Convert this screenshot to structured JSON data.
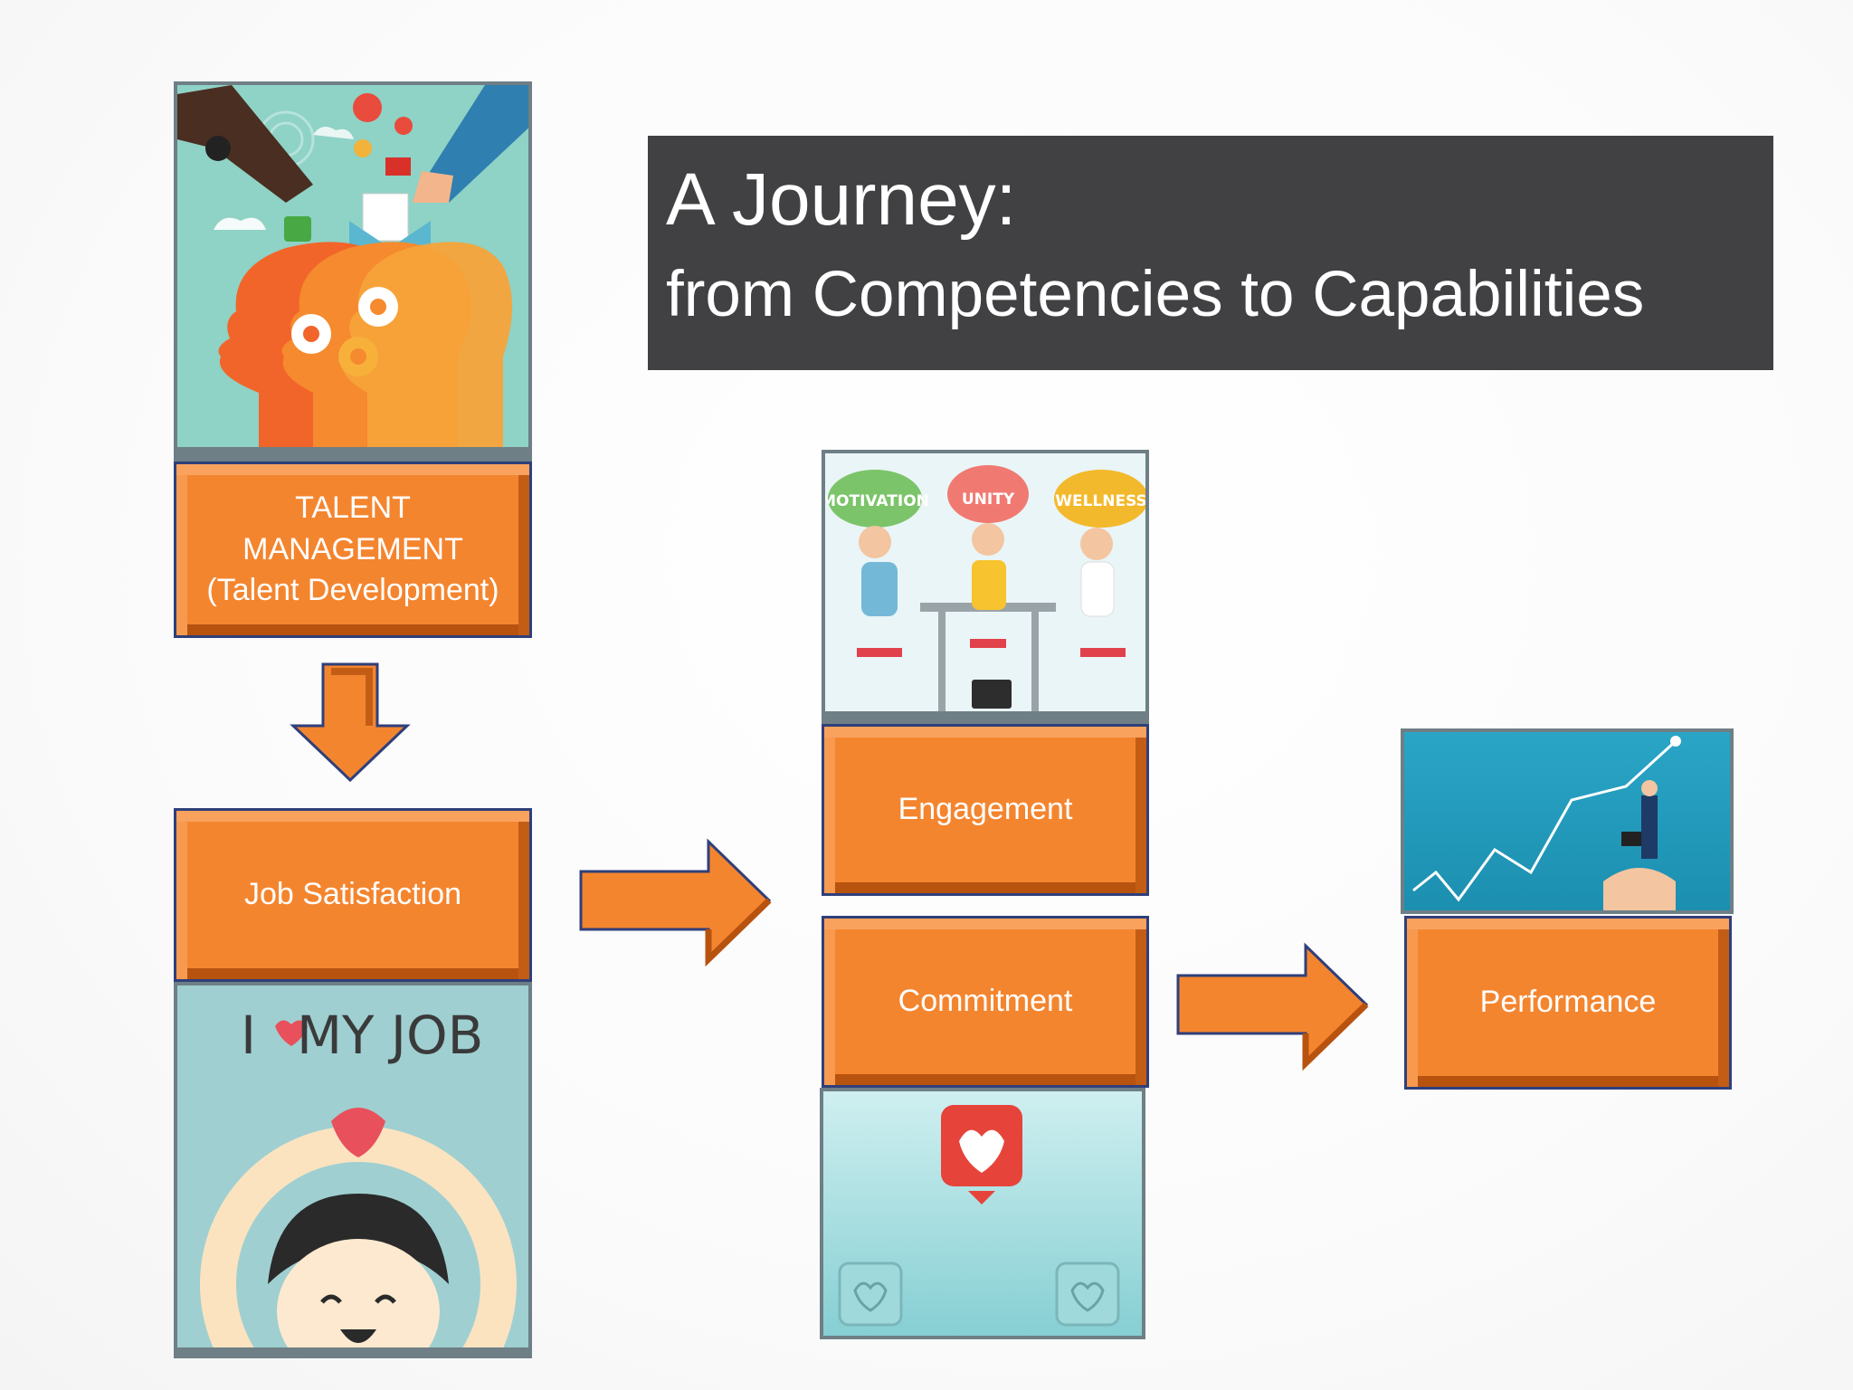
{
  "title": {
    "main": "A Journey:",
    "subtitle": "from Competencies to Capabilities"
  },
  "boxes": {
    "talent_line1": "TALENT",
    "talent_line2": "MANAGEMENT",
    "talent_line3": "(Talent Development)",
    "job_satisfaction": "Job Satisfaction",
    "engagement": "Engagement",
    "commitment": "Commitment",
    "performance": "Performance"
  },
  "illustrations": {
    "engagement_clouds": [
      "MOTIVATION",
      "UNITY",
      "WELLNESS"
    ],
    "job_banner": "I",
    "job_banner_rest": "MY JOB"
  },
  "colors": {
    "box_fill": "#f4852f",
    "box_border": "#2f3f7a",
    "title_bg": "#414042",
    "panel_teal": "#9fd3cf"
  }
}
